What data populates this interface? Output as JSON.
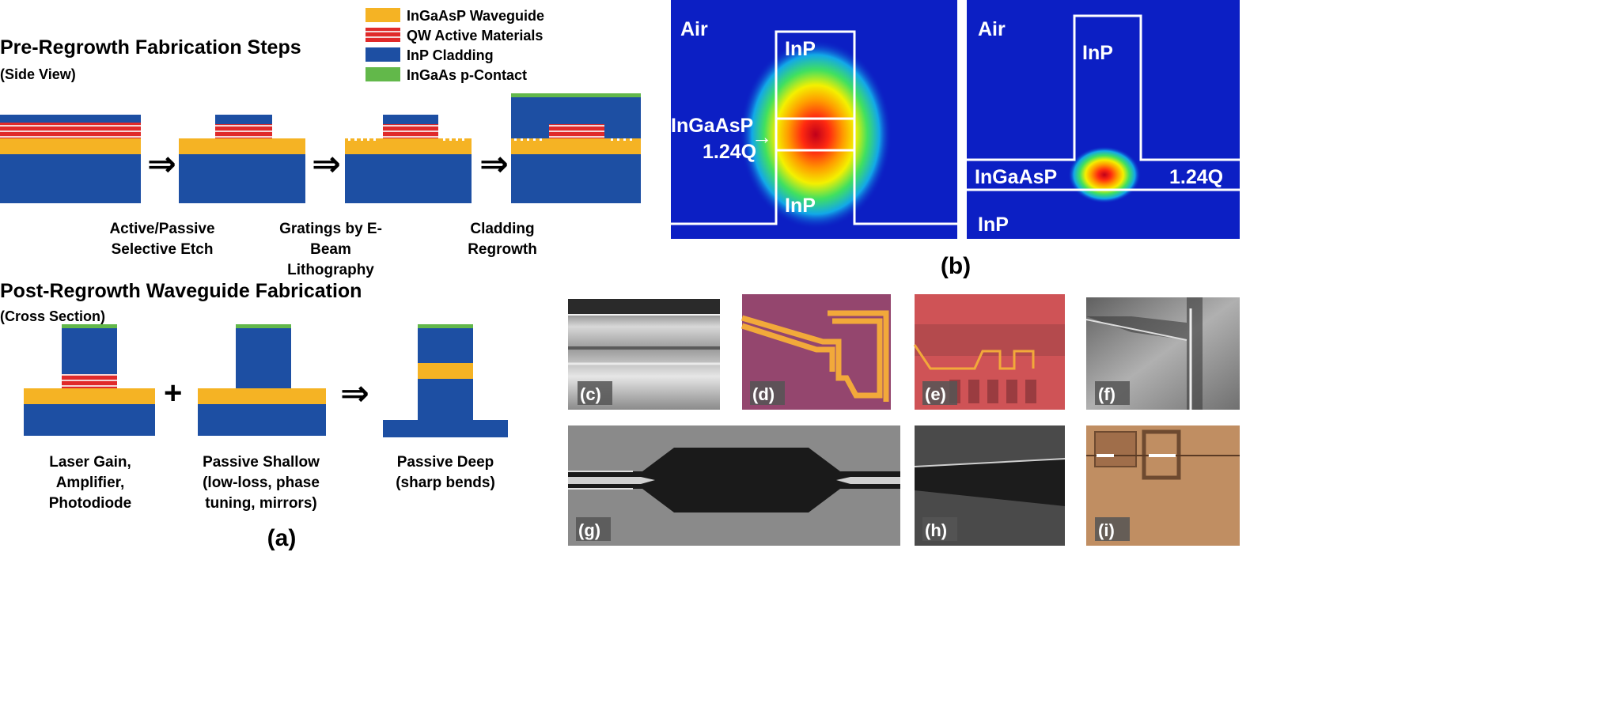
{
  "panel_a": {
    "pre_title": "Pre-Regrowth Fabrication Steps",
    "pre_subtitle": "(Side View)",
    "legend": [
      {
        "label": "InGaAsP Waveguide",
        "color": "#f5b324",
        "pattern": "solid"
      },
      {
        "label": "QW Active Materials",
        "color": "#e02a2a",
        "pattern": "stripes"
      },
      {
        "label": "InP Cladding",
        "color": "#1d4fa3",
        "pattern": "solid"
      },
      {
        "label": "InGaAs p-Contact",
        "color": "#62b84a",
        "pattern": "solid"
      }
    ],
    "arrow": "⇒",
    "plus": "+",
    "step_labels": [
      [
        "Active/Passive",
        "Selective Etch"
      ],
      [
        "Gratings by E-",
        "Beam",
        "Lithography"
      ],
      [
        "Cladding",
        "Regrowth"
      ]
    ],
    "post_title": "Post-Regrowth Waveguide Fabrication",
    "post_subtitle": "(Cross Section)",
    "cross_labels": [
      [
        "Laser Gain,",
        "Amplifier,",
        "Photodiode"
      ],
      [
        "Passive Shallow",
        "(low-loss, phase",
        "tuning, mirrors)"
      ],
      [
        "Passive Deep",
        "(sharp bends)"
      ]
    ],
    "caption": "(a)"
  },
  "panel_b": {
    "caption": "(b)",
    "left": {
      "air": "Air",
      "inp_top": "InP",
      "ingaasp": "InGaAsP",
      "q": "1.24Q",
      "inp_bottom": "InP",
      "arrow": "→"
    },
    "right": {
      "air": "Air",
      "inp_top": "InP",
      "ingaasp": "InGaAsP",
      "q": "1.24Q",
      "inp_bottom": "InP"
    },
    "colors": {
      "background": "#0c1fc4",
      "line": "#ffffff"
    }
  },
  "micrographs": [
    {
      "label": "(c)"
    },
    {
      "label": "(d)"
    },
    {
      "label": "(e)"
    },
    {
      "label": "(f)"
    },
    {
      "label": "(g)"
    },
    {
      "label": "(h)"
    },
    {
      "label": "(i)"
    }
  ]
}
